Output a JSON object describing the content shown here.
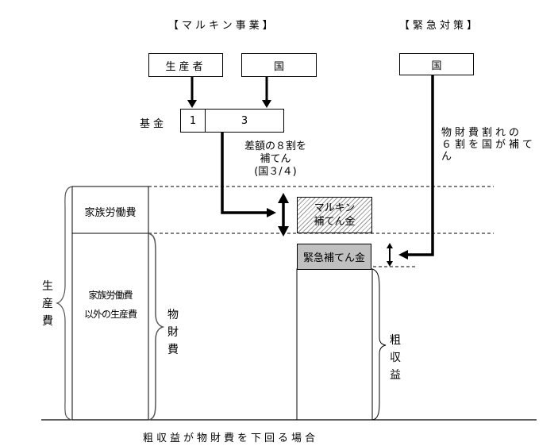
{
  "headings": {
    "marukin": "【マルキン事業】",
    "emergency": "【緊急対策】"
  },
  "marukin": {
    "producer_label": "生産者",
    "state_label": "国",
    "fund_label": "基金",
    "fund_producer_share": "1",
    "fund_state_share": "3",
    "compensation_note": [
      "差額の８割を",
      "補てん",
      "(国３/４)"
    ],
    "compensation_box": [
      "マルキン",
      "補てん金"
    ]
  },
  "emergency": {
    "state_label": "国",
    "note": [
      "物財費割れの",
      "６割を国が補て",
      "ん"
    ],
    "compensation_box": "緊急補てん金"
  },
  "cost_column": {
    "family_labor": "家族労働費",
    "other_costs": [
      "家族労働費",
      "以外の生産費"
    ]
  },
  "brace_labels": {
    "production_cost": "生産費",
    "material_cost": "物財費",
    "gross_revenue": "粗収益"
  },
  "caption": "粗収益が物財費を下回る場合",
  "colors": {
    "line": "#000000",
    "dashed": "#808080",
    "emergency_fill": "#c0c0c0",
    "hatch": "#808080"
  }
}
